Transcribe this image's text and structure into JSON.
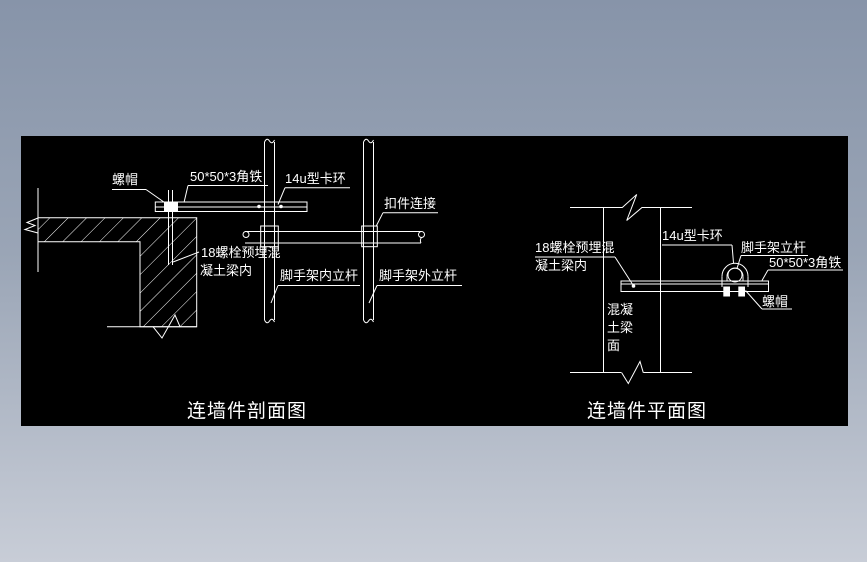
{
  "app": {
    "background_top": "#8794a9",
    "background_bottom": "#c8cdd7",
    "canvas_background": "#000000",
    "line_color": "#ffffff"
  },
  "section_view": {
    "title": "连墙件剖面图",
    "labels": {
      "nut": "螺帽",
      "angle_iron": "50*50*3角铁",
      "u_clamp": "14u型卡环",
      "coupler": "扣件连接",
      "embed_bolt_line1": "18螺栓预埋混",
      "embed_bolt_line2": "凝土梁内",
      "inner_pole": "脚手架内立杆",
      "outer_pole": "脚手架外立杆"
    }
  },
  "plan_view": {
    "title": "连墙件平面图",
    "labels": {
      "embed_bolt_line1": "18螺栓预埋混",
      "embed_bolt_line2": "凝土梁内",
      "u_clamp": "14u型卡环",
      "pole": "脚手架立杆",
      "angle_iron": "50*50*3角铁",
      "nut": "螺帽",
      "beam_face_line1": "混凝",
      "beam_face_line2": "土梁",
      "beam_face_line3": "面"
    }
  }
}
